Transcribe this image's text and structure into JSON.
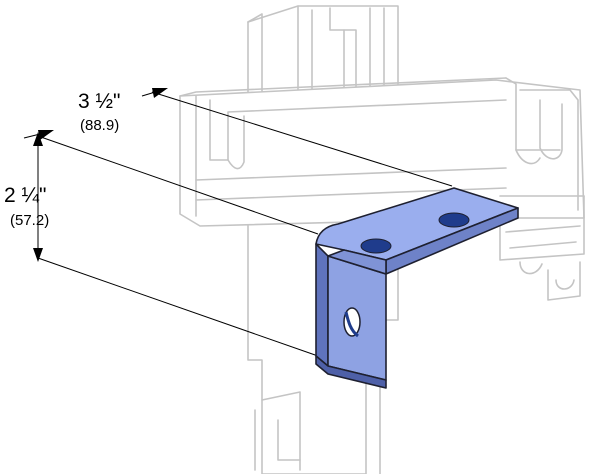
{
  "dimensions": {
    "length": {
      "imperial": "3 ½\"",
      "metric": "(88.9)"
    },
    "height": {
      "imperial": "2 ¼\"",
      "metric": "(57.2)"
    }
  },
  "colors": {
    "bracket_face": "#8ea2e3",
    "bracket_top": "#9aaeee",
    "bracket_edge": "#5f73bd",
    "hole": "#1f3c8c",
    "outline": "#c4c4c4"
  }
}
